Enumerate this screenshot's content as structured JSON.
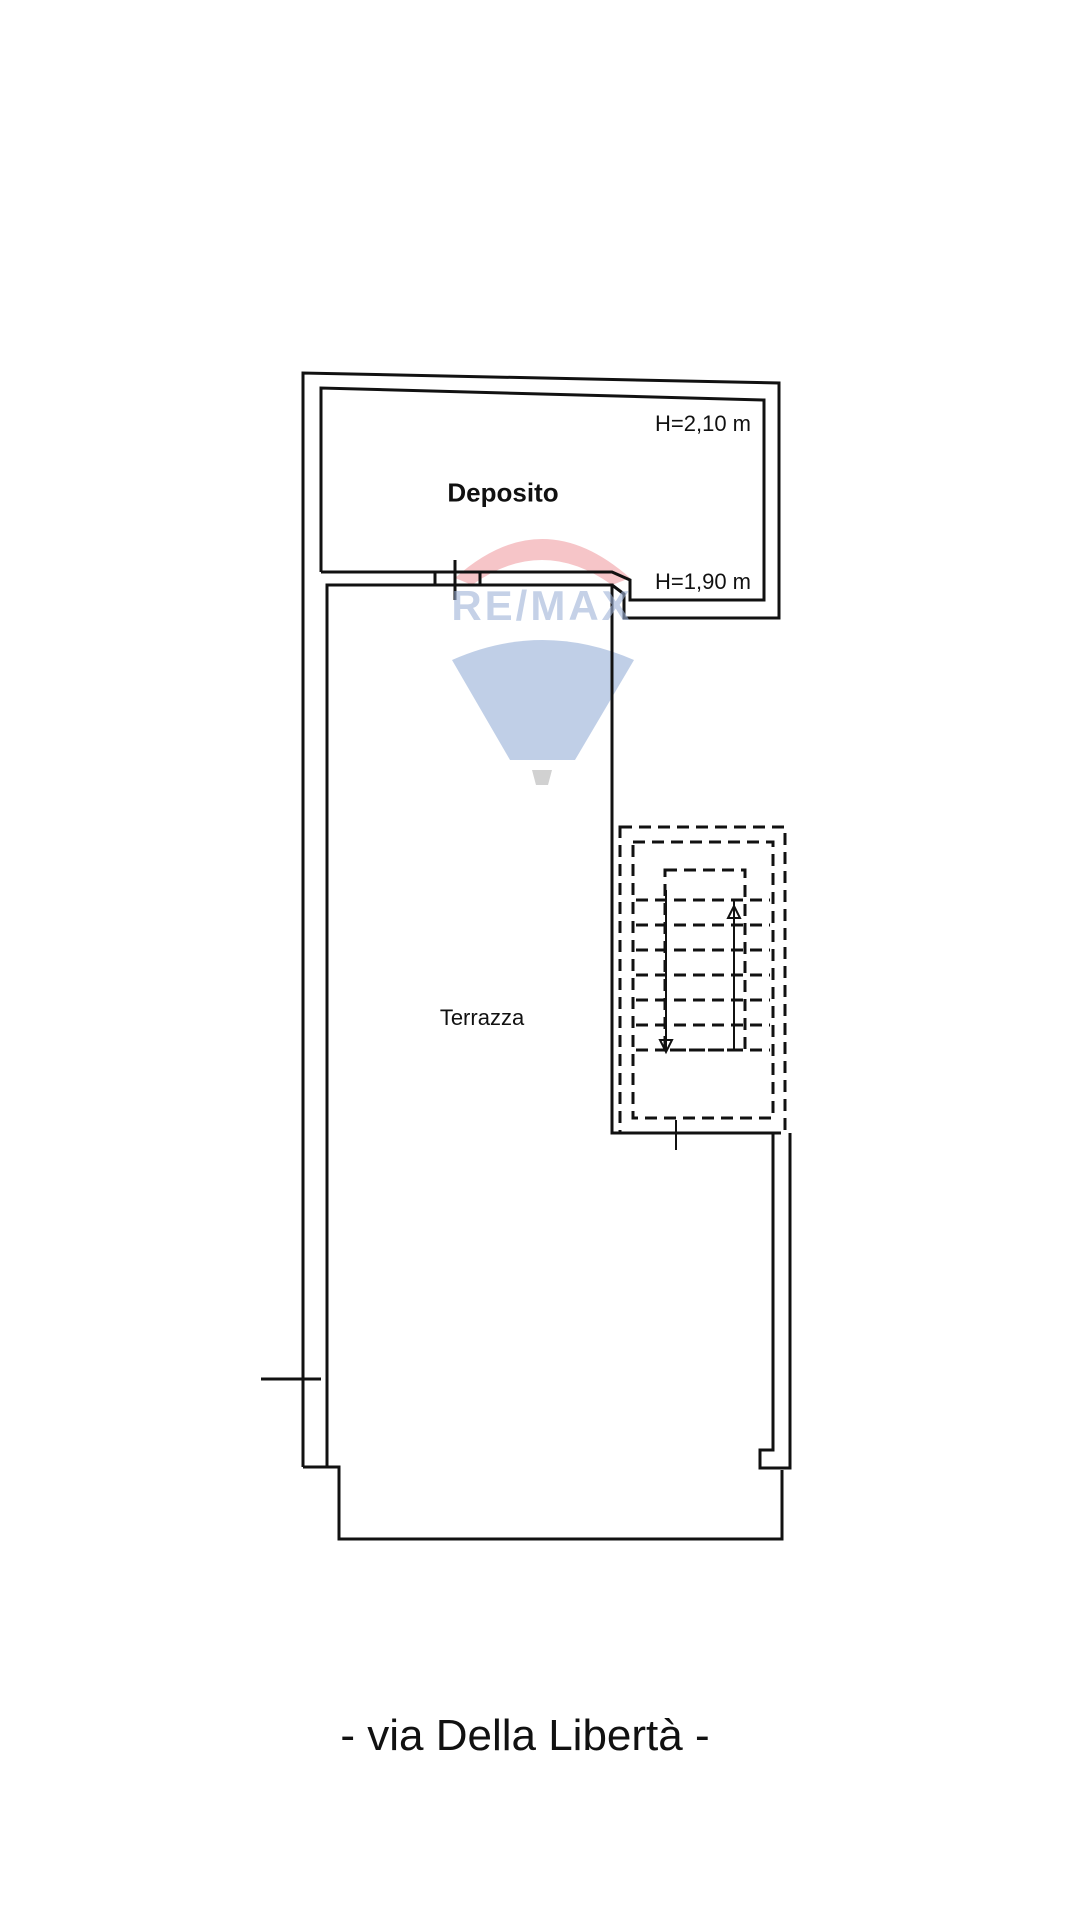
{
  "plan": {
    "rooms": [
      {
        "name": "Deposito"
      },
      {
        "name": "Terrazza"
      }
    ],
    "heights": [
      "H=2,10 m",
      "H=1,90 m"
    ],
    "street": "- via Della Libertà -"
  },
  "watermark": {
    "brand": "RE/MAX",
    "colors": {
      "red": "#e0404a",
      "blue": "#2f5fb0"
    }
  }
}
